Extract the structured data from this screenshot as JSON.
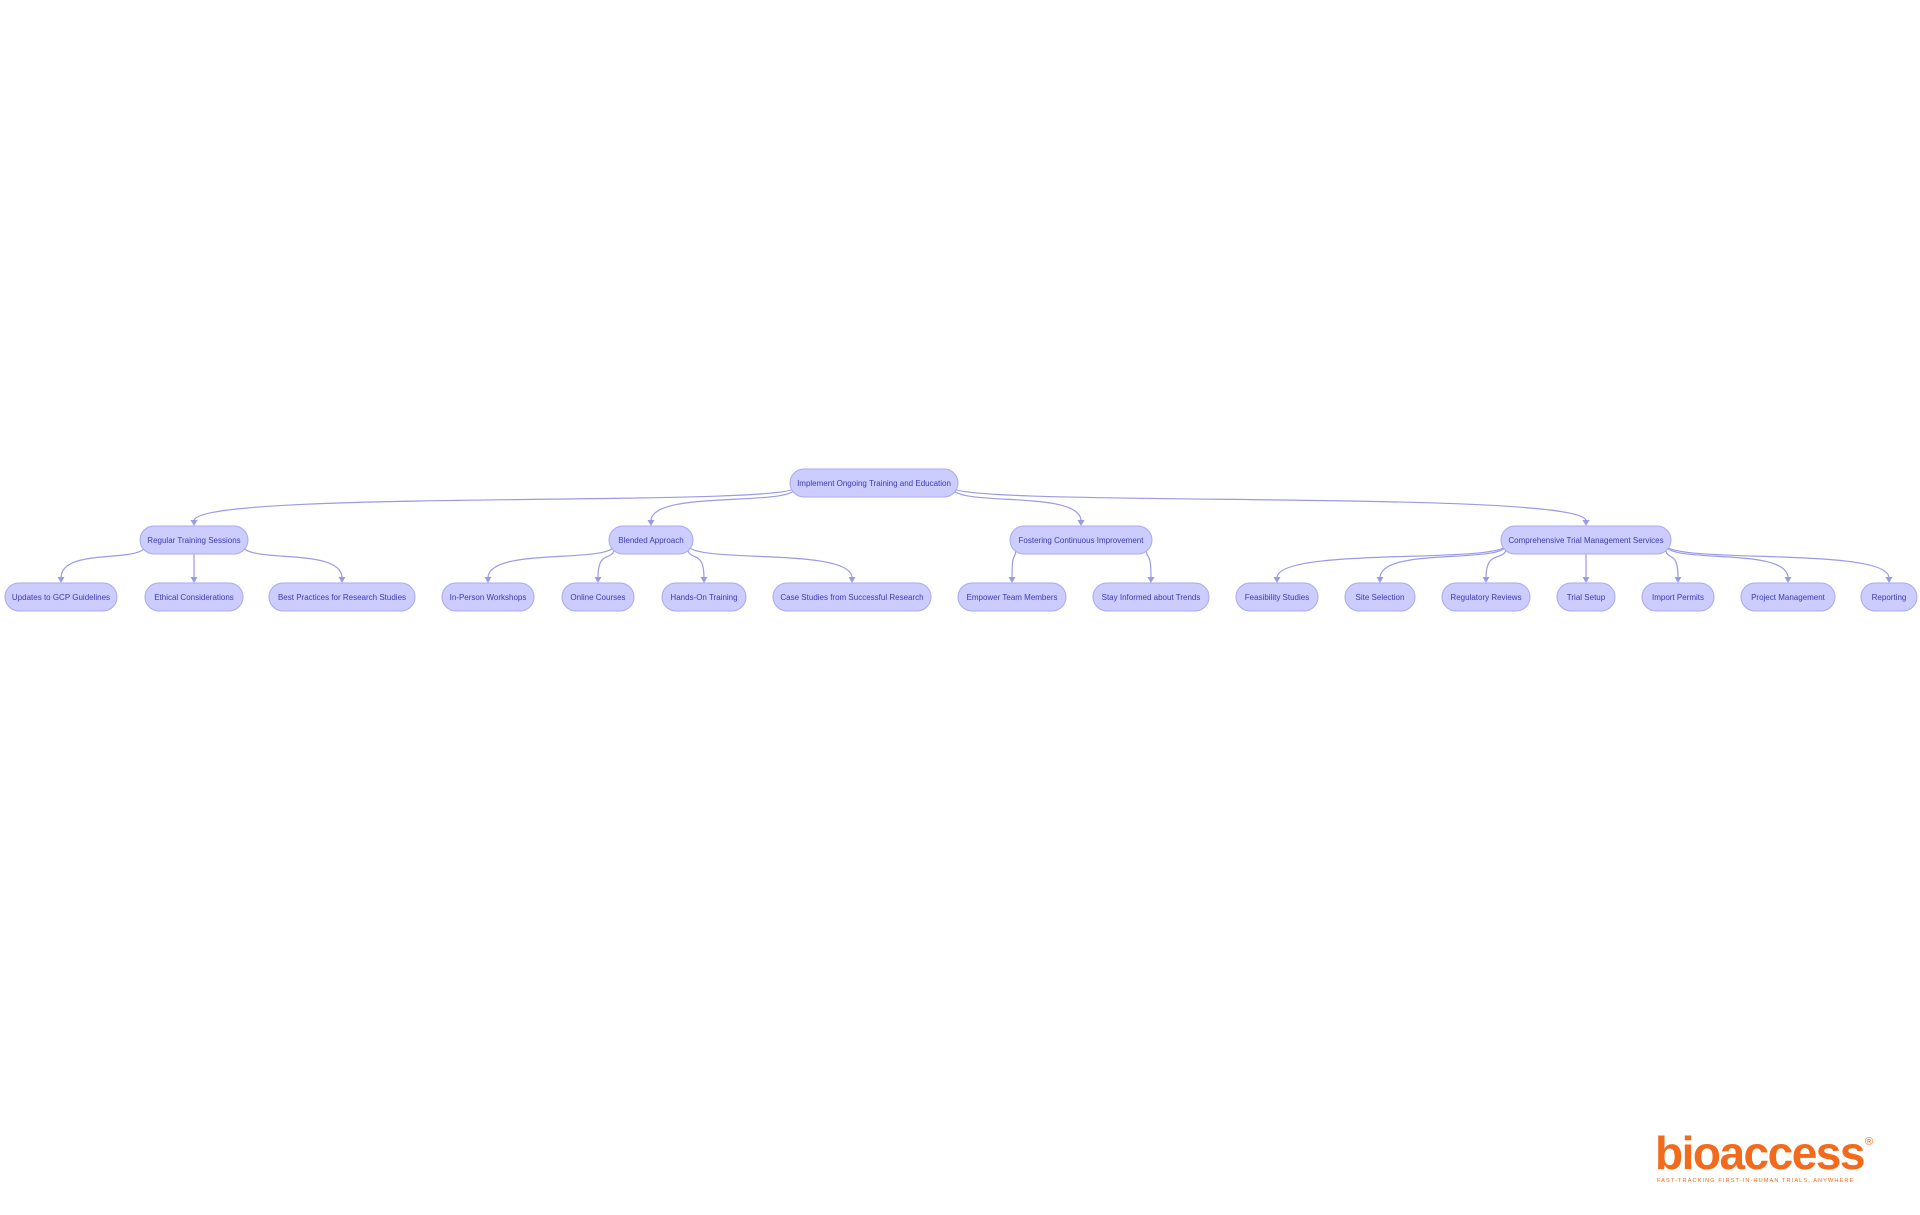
{
  "diagram": {
    "root": {
      "id": "root",
      "label": "Implement Ongoing Training and Education"
    },
    "branches": [
      {
        "id": "b1",
        "label": "Regular Training Sessions",
        "children": [
          {
            "id": "c1",
            "label": "Updates to GCP Guidelines"
          },
          {
            "id": "c2",
            "label": "Ethical Considerations"
          },
          {
            "id": "c3",
            "label": "Best Practices for Research Studies"
          }
        ]
      },
      {
        "id": "b2",
        "label": "Blended Approach",
        "children": [
          {
            "id": "c4",
            "label": "In-Person Workshops"
          },
          {
            "id": "c5",
            "label": "Online Courses"
          },
          {
            "id": "c6",
            "label": "Hands-On Training"
          },
          {
            "id": "c7",
            "label": "Case Studies from Successful Research"
          }
        ]
      },
      {
        "id": "b3",
        "label": "Fostering Continuous Improvement",
        "children": [
          {
            "id": "c8",
            "label": "Empower Team Members"
          },
          {
            "id": "c9",
            "label": "Stay Informed about Trends"
          }
        ]
      },
      {
        "id": "b4",
        "label": "Comprehensive Trial Management Services",
        "children": [
          {
            "id": "c10",
            "label": "Feasibility Studies"
          },
          {
            "id": "c11",
            "label": "Site Selection"
          },
          {
            "id": "c12",
            "label": "Regulatory Reviews"
          },
          {
            "id": "c13",
            "label": "Trial Setup"
          },
          {
            "id": "c14",
            "label": "Import Permits"
          },
          {
            "id": "c15",
            "label": "Project Management"
          },
          {
            "id": "c16",
            "label": "Reporting"
          }
        ]
      }
    ]
  },
  "logo": {
    "wordmark": "bioaccess",
    "registered": "®",
    "tagline": "FAST-TRACKING FIRST-IN-HUMAN TRIALS, ANYWHERE"
  },
  "colors": {
    "node_fill": "#ccccff",
    "node_stroke": "#a9a9f2",
    "edge": "#9a9ae6",
    "text": "#3b3bb3",
    "brand": "#f26a1b"
  }
}
